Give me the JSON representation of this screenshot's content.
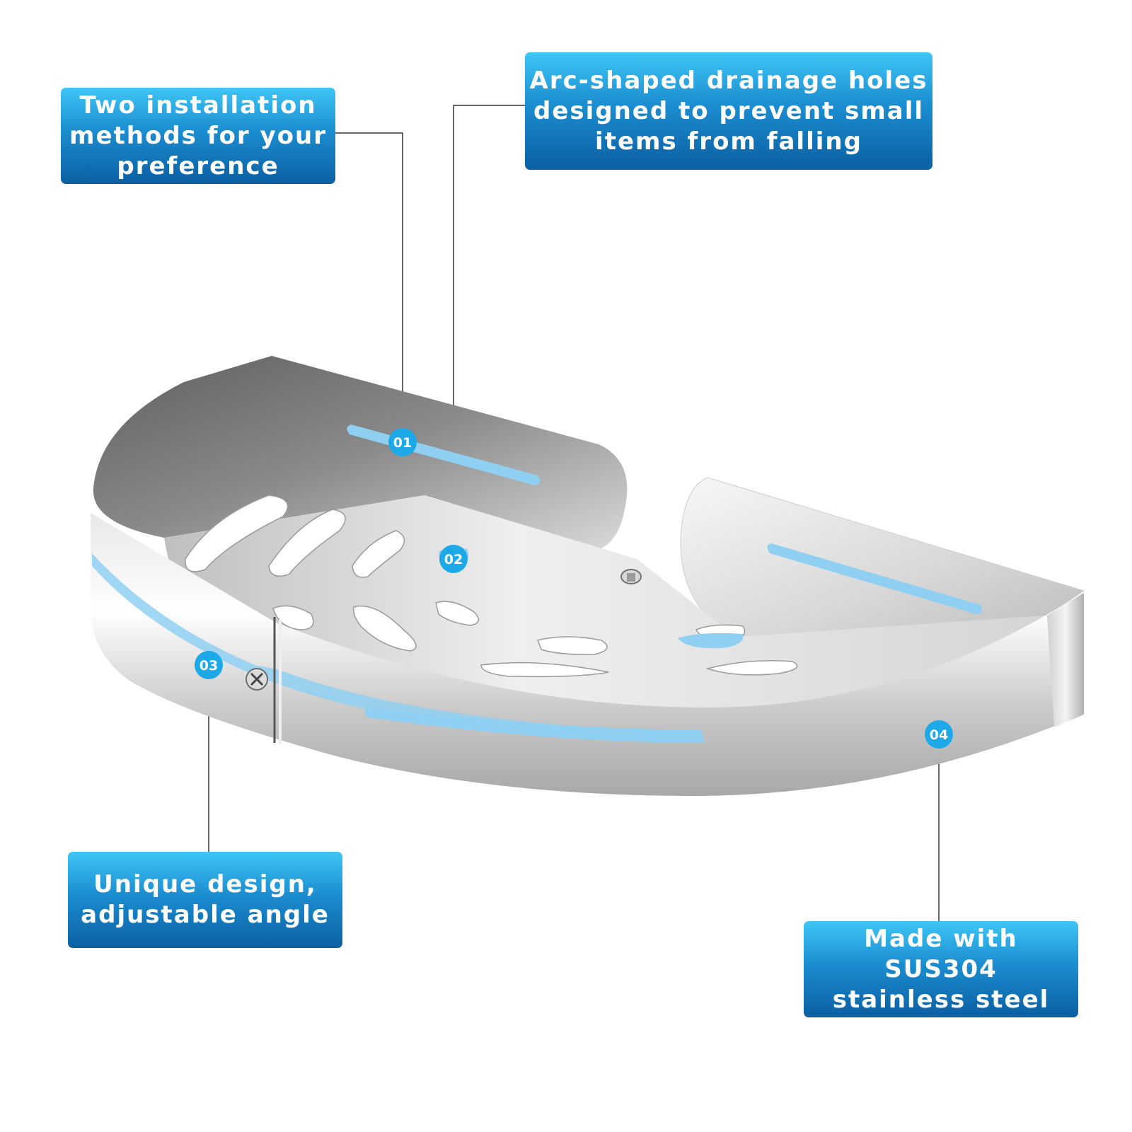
{
  "callouts": [
    {
      "number": "01",
      "lines": [
        "Two installation",
        "methods for your",
        "preference"
      ]
    },
    {
      "number": "02",
      "lines": [
        "Arc-shaped drainage holes",
        "designed to prevent small",
        "items from falling"
      ]
    },
    {
      "number": "03",
      "lines": [
        "Unique design,",
        "adjustable angle"
      ]
    },
    {
      "number": "04",
      "lines": [
        "Made with SUS304",
        "stainless steel"
      ]
    }
  ],
  "colors": {
    "callout_top": "#3fc6f6",
    "callout_bottom": "#0b5fa2",
    "badge": "#1da9e8",
    "highlight": "#8fd0f2",
    "steel_light": "#eeeeee",
    "steel_dark": "#6e6e6e"
  }
}
